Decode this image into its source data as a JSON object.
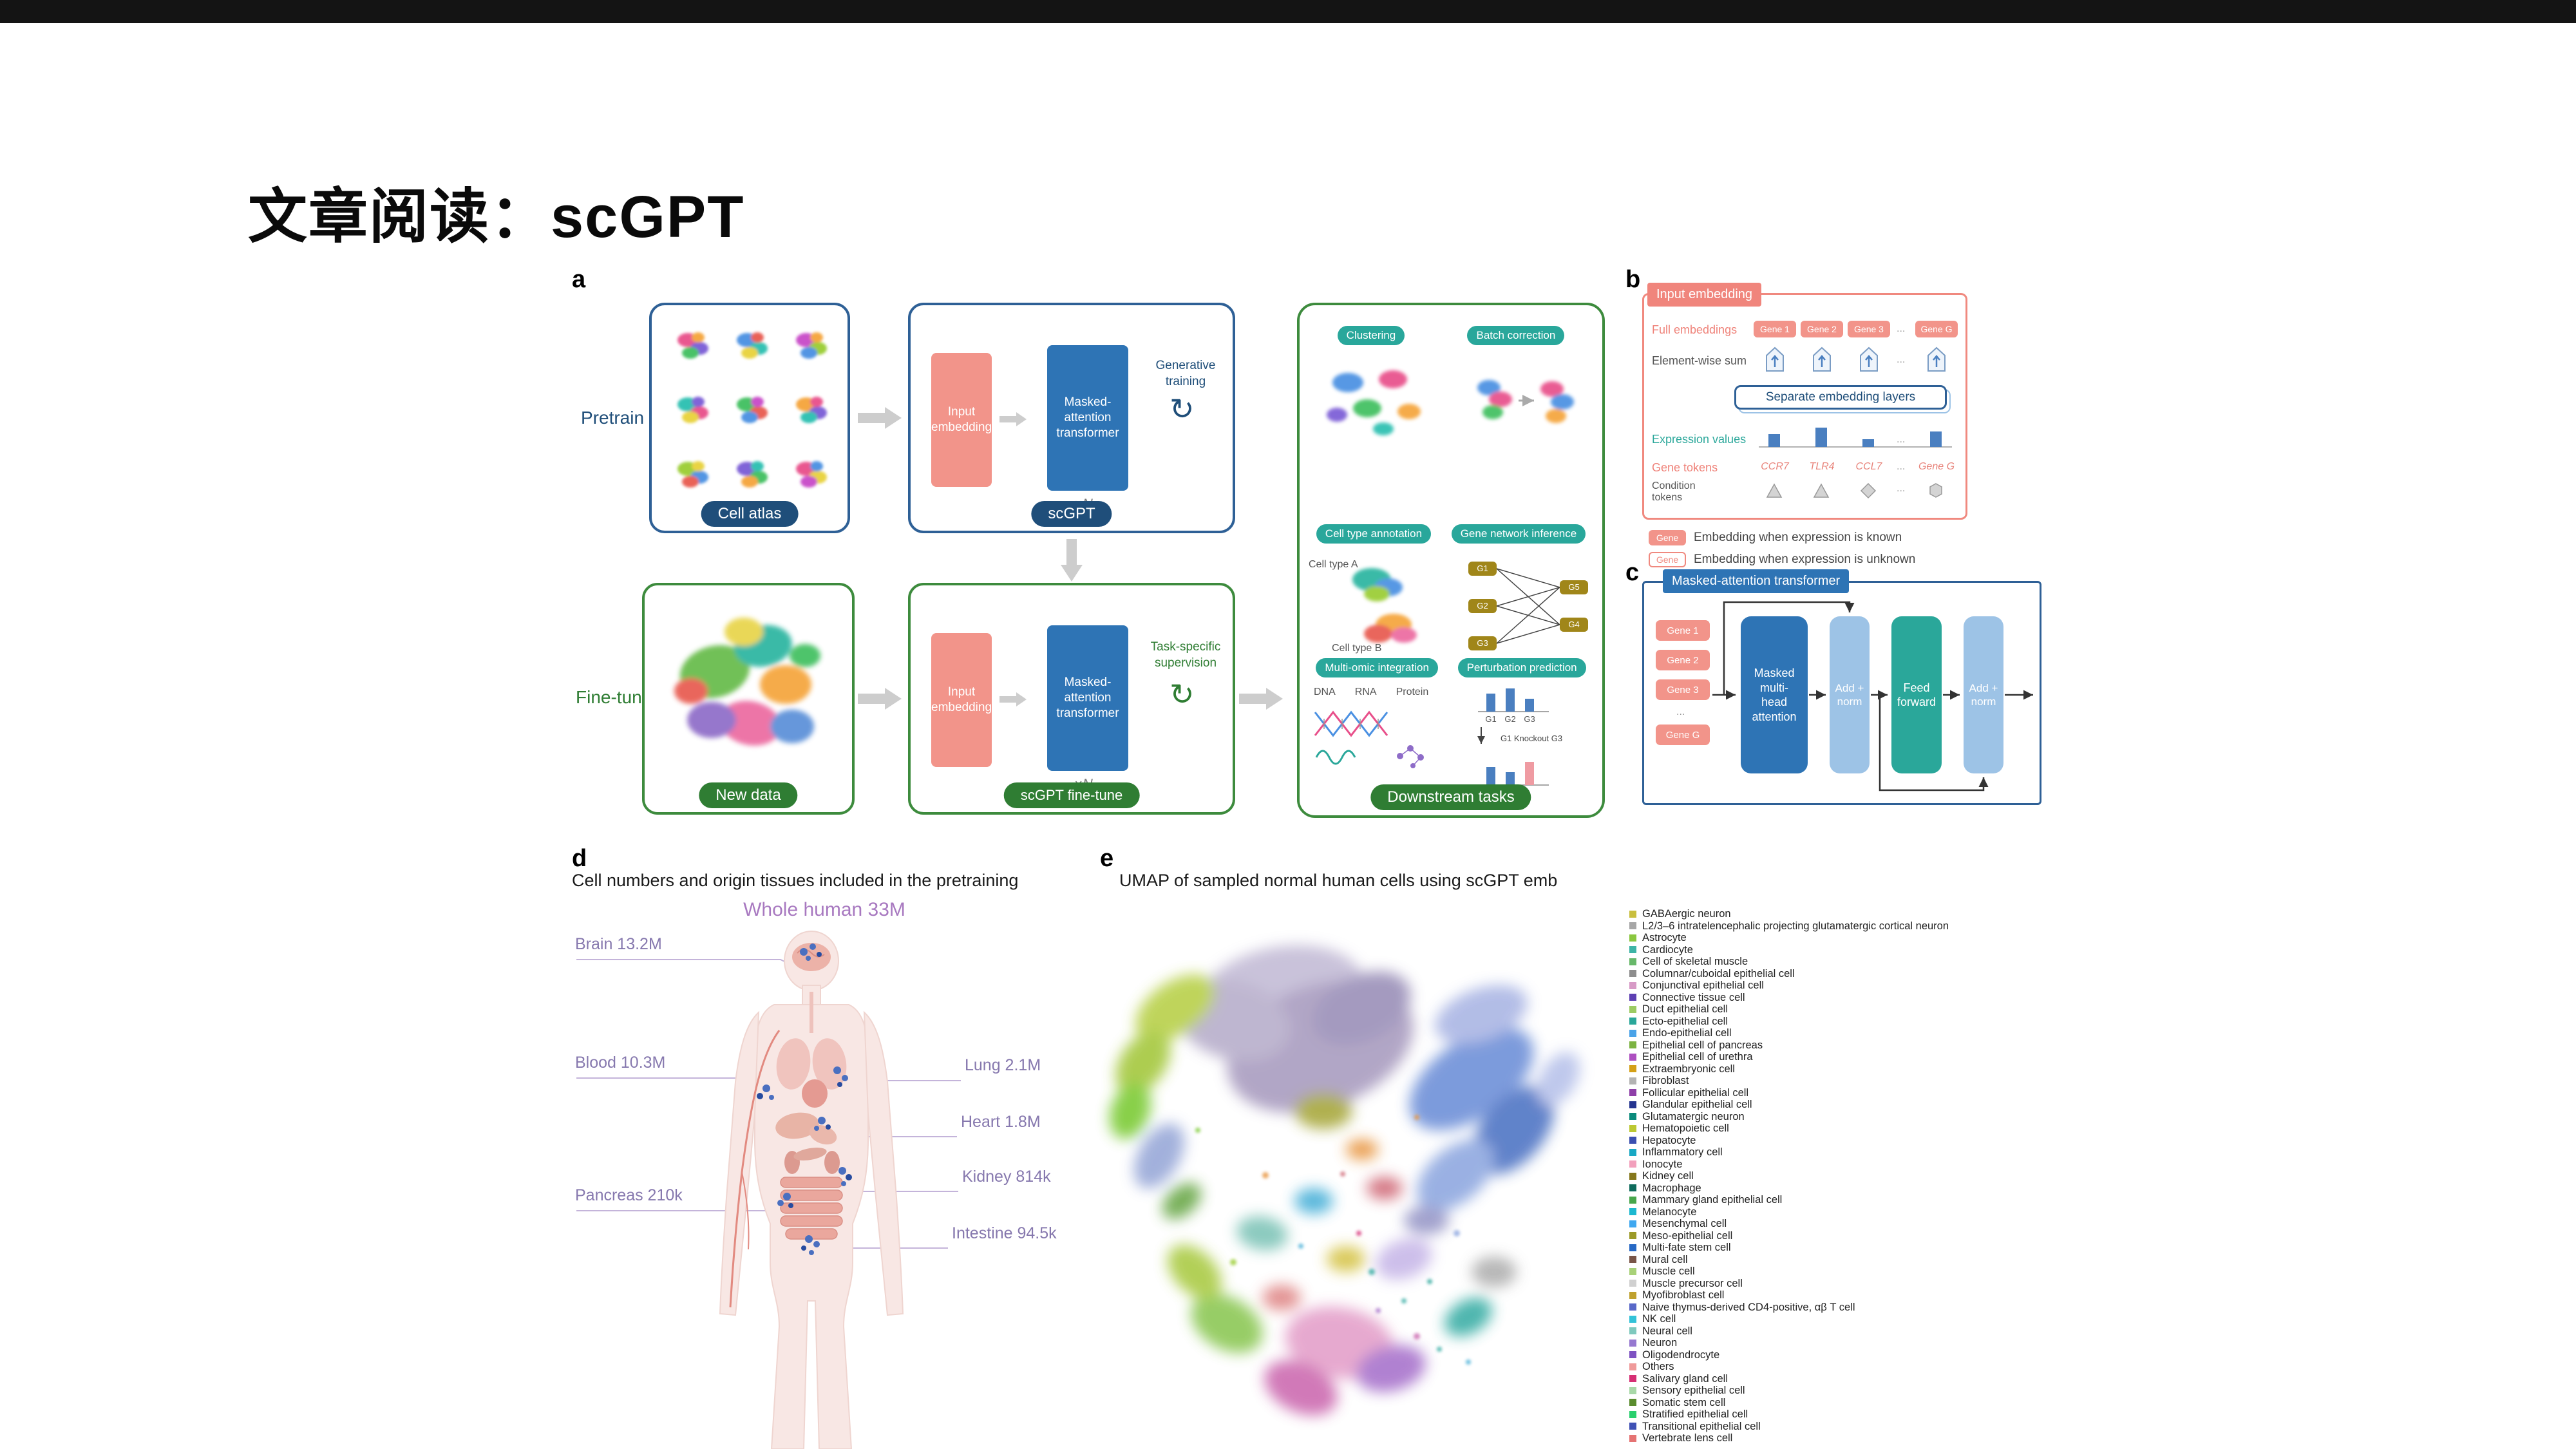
{
  "slide": {
    "title": "文章阅读：scGPT"
  },
  "icons": {
    "circular_arrow": "↻"
  },
  "panel_a": {
    "label": "a",
    "rows": {
      "pretrain": "Pretrain",
      "finetune": "Fine-tune"
    },
    "cell_atlas": "Cell atlas",
    "new_data": "New data",
    "input_embedding": "Input embedding",
    "transformer": "Masked-attention transformer",
    "xn": "×N",
    "generative_training": "Generative training",
    "task_supervision": "Task-specific supervision",
    "scgpt": "scGPT",
    "scgpt_finetune": "scGPT fine-tune",
    "downstream": {
      "caption": "Downstream tasks",
      "task_clustering": "Clustering",
      "task_batch": "Batch correction",
      "task_annotation": "Cell type annotation",
      "task_network": "Gene network inference",
      "task_multiomic": "Multi-omic integration",
      "task_perturbation": "Perturbation prediction",
      "cell_type_a": "Cell type A",
      "cell_type_b": "Cell type B",
      "network_nodes": [
        "G1",
        "G2",
        "G3",
        "G4",
        "G5"
      ],
      "omics": [
        "DNA",
        "RNA",
        "Protein"
      ],
      "bar_genes": [
        "G1",
        "G2",
        "G3"
      ],
      "knockout": "G1 Knockout G3"
    }
  },
  "panel_b": {
    "label": "b",
    "header": "Input embedding",
    "full_embeddings": "Full embeddings",
    "element_wise_sum": "Element-wise sum",
    "separate_layers": "Separate embedding layers",
    "expression_values": "Expression values",
    "gene_tokens": "Gene tokens",
    "condition_tokens": "Condition tokens",
    "ellipsis": "...",
    "gene_chips": [
      "Gene 1",
      "Gene 2",
      "Gene 3"
    ],
    "gene_chip_last": "Gene G",
    "gene_names": [
      "CCR7",
      "TLR4",
      "CCL7"
    ],
    "gene_name_last": "Gene G",
    "legend": [
      {
        "chip": "Gene",
        "text": "Embedding when expression is known"
      },
      {
        "chip": "Gene",
        "text": "Embedding when expression is unknown"
      }
    ]
  },
  "panel_c": {
    "label": "c",
    "header": "Masked-attention transformer",
    "gene_chips": [
      "Gene 1",
      "Gene 2",
      "Gene 3"
    ],
    "gene_chip_last": "Gene G",
    "ellipsis": "...",
    "blocks": {
      "attention": "Masked multi-head attention",
      "addnorm1": "Add + norm",
      "feed_forward": "Feed forward",
      "addnorm2": "Add + norm"
    }
  },
  "panel_d": {
    "label": "d",
    "title": "Cell numbers and origin tissues included in the pretraining",
    "whole_human": "Whole human 33M",
    "organs_left": [
      {
        "label": "Brain 13.2M"
      },
      {
        "label": "Blood 10.3M"
      },
      {
        "label": "Pancreas 210k"
      }
    ],
    "organs_right": [
      {
        "label": "Lung 2.1M"
      },
      {
        "label": "Heart 1.8M"
      },
      {
        "label": "Kidney 814k"
      },
      {
        "label": "Intestine 94.5k"
      }
    ]
  },
  "panel_e": {
    "label": "e",
    "title": "UMAP of sampled normal human cells using scGPT emb",
    "legend": [
      {
        "label": "GABAergic neuron",
        "color": "#c9bf3e"
      },
      {
        "label": "L2/3–6 intratelencephalic projecting glutamatergic cortical neuron",
        "color": "#a6a6a6"
      },
      {
        "label": "Astrocyte",
        "color": "#8ac73f"
      },
      {
        "label": "Cardiocyte",
        "color": "#3eb4a6"
      },
      {
        "label": "Cell of skeletal muscle",
        "color": "#67b86a"
      },
      {
        "label": "Columnar/cuboidal epithelial cell",
        "color": "#8d8d8d"
      },
      {
        "label": "Conjunctival epithelial cell",
        "color": "#d79ac6"
      },
      {
        "label": "Connective tissue cell",
        "color": "#5d3fb2"
      },
      {
        "label": "Duct epithelial cell",
        "color": "#9ccb63"
      },
      {
        "label": "Ecto-epithelial cell",
        "color": "#2aa79a"
      },
      {
        "label": "Endo-epithelial cell",
        "color": "#4aa3e8"
      },
      {
        "label": "Epithelial cell of pancreas",
        "color": "#7cb342"
      },
      {
        "label": "Epithelial cell of urethra",
        "color": "#ad4fc0"
      },
      {
        "label": "Extraembryonic cell",
        "color": "#d4a017"
      },
      {
        "label": "Fibroblast",
        "color": "#b3b3b3"
      },
      {
        "label": "Follicular epithelial cell",
        "color": "#8e3fa8"
      },
      {
        "label": "Glandular epithelial cell",
        "color": "#24348f"
      },
      {
        "label": "Glutamatergic neuron",
        "color": "#0a8a7b"
      },
      {
        "label": "Hematopoietic cell",
        "color": "#bcc832"
      },
      {
        "label": "Hepatocyte",
        "color": "#3b4fb0"
      },
      {
        "label": "Inflammatory cell",
        "color": "#18a8c4"
      },
      {
        "label": "Ionocyte",
        "color": "#f2a0bc"
      },
      {
        "label": "Kidney cell",
        "color": "#85771c"
      },
      {
        "label": "Macrophage",
        "color": "#0f6b5c"
      },
      {
        "label": "Mammary gland epithelial cell",
        "color": "#47a64b"
      },
      {
        "label": "Melanocyte",
        "color": "#1cb8d0"
      },
      {
        "label": "Mesenchymal cell",
        "color": "#3fa8f0"
      },
      {
        "label": "Meso-epithelial cell",
        "color": "#9c9a28"
      },
      {
        "label": "Multi-fate stem cell",
        "color": "#2668c4"
      },
      {
        "label": "Mural cell",
        "color": "#795548"
      },
      {
        "label": "Muscle cell",
        "color": "#a8d178"
      },
      {
        "label": "Muscle precursor cell",
        "color": "#d0d0d0"
      },
      {
        "label": "Myofibroblast cell",
        "color": "#bfa12e"
      },
      {
        "label": "Naive thymus-derived CD4-positive, αβ T cell",
        "color": "#5868c8"
      },
      {
        "label": "NK cell",
        "color": "#33c2d8"
      },
      {
        "label": "Neural cell",
        "color": "#7fc9bd"
      },
      {
        "label": "Neuron",
        "color": "#9678d0"
      },
      {
        "label": "Oligodendrocyte",
        "color": "#7e52c2"
      },
      {
        "label": "Others",
        "color": "#ef9a9a"
      },
      {
        "label": "Salivary gland cell",
        "color": "#d62f74"
      },
      {
        "label": "Sensory epithelial cell",
        "color": "#a8d8a8"
      },
      {
        "label": "Somatic stem cell",
        "color": "#5a8c2e"
      },
      {
        "label": "Stratified epithelial cell",
        "color": "#2ad06e"
      },
      {
        "label": "Transitional epithelial cell",
        "color": "#3f51b5"
      },
      {
        "label": "Vertebrate lens cell",
        "color": "#e57373"
      }
    ]
  }
}
